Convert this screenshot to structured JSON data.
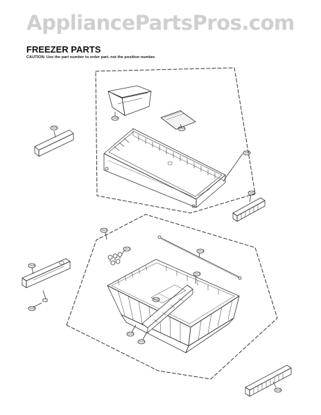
{
  "watermark": "AppliancePartsPros.com",
  "header": {
    "title": "FREEZER PARTS",
    "caution": "CAUTION: Use the part number to order part, not the position number."
  },
  "colors": {
    "line": "#333333",
    "watermark": "#cfcfcf",
    "text": "#111111"
  },
  "groups": [
    "upper-drawer-assembly",
    "lower-basket-assembly"
  ]
}
